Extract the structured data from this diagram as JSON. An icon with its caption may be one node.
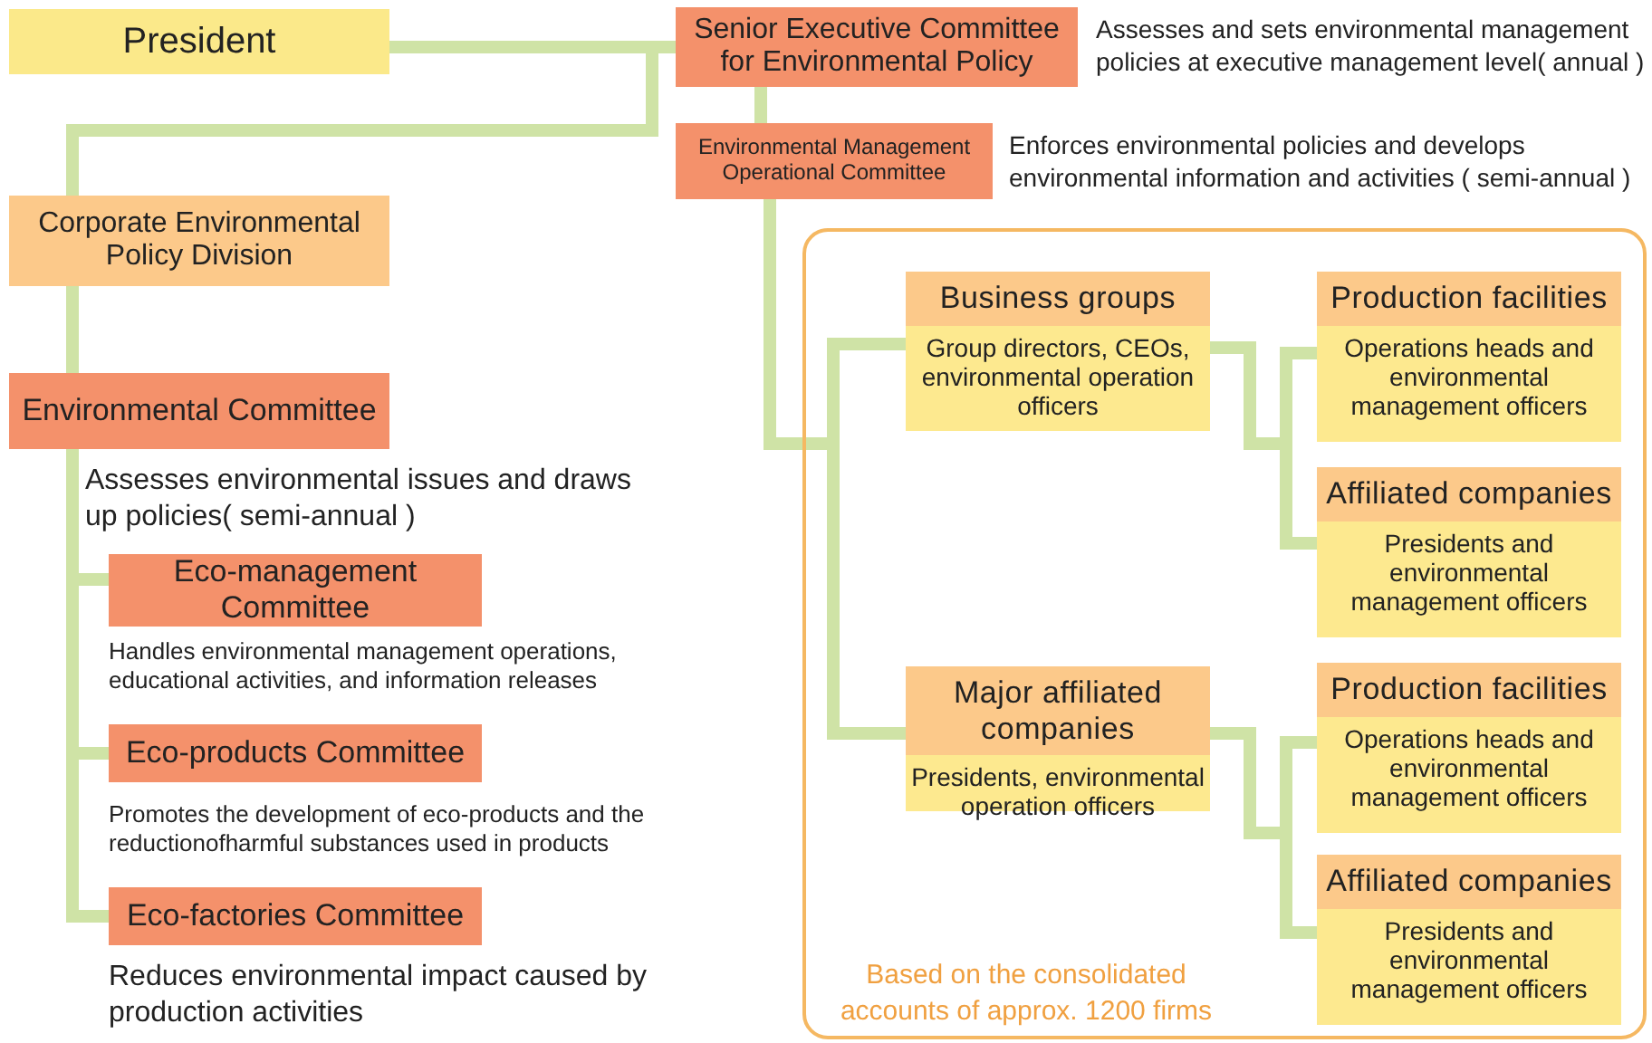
{
  "diagram": {
    "nodes": [
      {
        "text": [
          "President"
        ]
      },
      {
        "text": [
          "Senior Executive Committee for Environmental Policy"
        ],
        "beside": [
          "Assesses and sets environmental management policies at executive management level( annual )"
        ]
      },
      {
        "text": [
          "Environmental Management Operational Committee"
        ],
        "beside": [
          "Enforces environmental policies and develops environmental information and activities ( semi-annual )"
        ]
      },
      {
        "text": [
          "Corporate Environmental Policy Division"
        ]
      },
      {
        "text": [
          "Environmental Committee"
        ],
        "beside": [
          "Assesses environmental issues and draws up policies( semi-annual )"
        ]
      },
      {
        "text": [
          "Eco-management Committee"
        ],
        "beside": [
          "Handles environmental management operations, educational activities, and information releases"
        ]
      },
      {
        "text": [
          "Eco-products Committee"
        ],
        "beside": [
          "Promotes the development of eco-products and the reductionofharmful substances used in products"
        ]
      },
      {
        "text": [
          "Eco-factories Committee"
        ],
        "beside": [
          "Reduces environmental impact caused by production activities"
        ]
      },
      {
        "text": [
          "Based on the consolidated accounts of approx. 1200 firms"
        ]
      },
      {
        "text": [
          "Business groups",
          "Group directors, CEOs, environmental operation officers"
        ],
        "in": 8
      },
      {
        "text": [
          "Production facilities",
          "Operations heads and environmental management officers"
        ],
        "in": 8
      },
      {
        "text": [
          "Affiliated companies",
          "Presidents and environmental management officers"
        ],
        "in": 8
      },
      {
        "text": [
          "Major affiliated companies",
          "Presidents, environmental operation officers"
        ],
        "in": 8
      },
      {
        "text": [
          "Production facilities",
          "Operations heads and environmental management officers"
        ],
        "in": 8
      },
      {
        "text": [
          "Affiliated companies",
          "Presidents and environmental management officers"
        ],
        "in": 8
      }
    ],
    "edges": [
      {
        "from": 0,
        "to": 1,
        "arrow": "none"
      },
      {
        "from": 1,
        "to": 3,
        "arrow": "none"
      },
      {
        "from": 1,
        "to": 2,
        "arrow": "none"
      },
      {
        "from": 3,
        "to": 4,
        "arrow": "none"
      },
      {
        "from": 4,
        "to": 5,
        "arrow": "none"
      },
      {
        "from": 4,
        "to": 6,
        "arrow": "none"
      },
      {
        "from": 4,
        "to": 7,
        "arrow": "none"
      },
      {
        "from": 2,
        "to": 9,
        "arrow": "none"
      },
      {
        "from": 2,
        "to": 12,
        "arrow": "none"
      },
      {
        "from": 9,
        "to": 10,
        "arrow": "none"
      },
      {
        "from": 9,
        "to": 11,
        "arrow": "none"
      },
      {
        "from": 12,
        "to": 13,
        "arrow": "none"
      },
      {
        "from": 12,
        "to": 14,
        "arrow": "none"
      }
    ]
  }
}
